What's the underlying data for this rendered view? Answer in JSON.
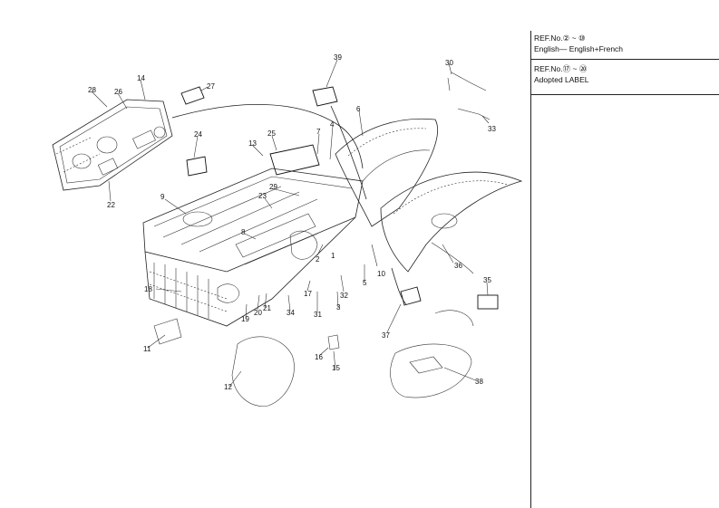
{
  "reference_panel": {
    "ref_range_1": "REF.No.② ~ ⑩",
    "language_note": "English— English+French",
    "ref_range_2": "REF.No.⑰ ~ ⑳",
    "adopted_note": "Adopted LABEL"
  },
  "callouts": [
    "28",
    "26",
    "14",
    "27",
    "39",
    "30",
    "24",
    "13",
    "25",
    "7",
    "4",
    "6",
    "33",
    "22",
    "9",
    "29",
    "23",
    "8",
    "2",
    "1",
    "10",
    "36",
    "18",
    "35",
    "19",
    "20",
    "21",
    "34",
    "17",
    "31",
    "32",
    "3",
    "5",
    "11",
    "37",
    "16",
    "15",
    "12",
    "38"
  ]
}
